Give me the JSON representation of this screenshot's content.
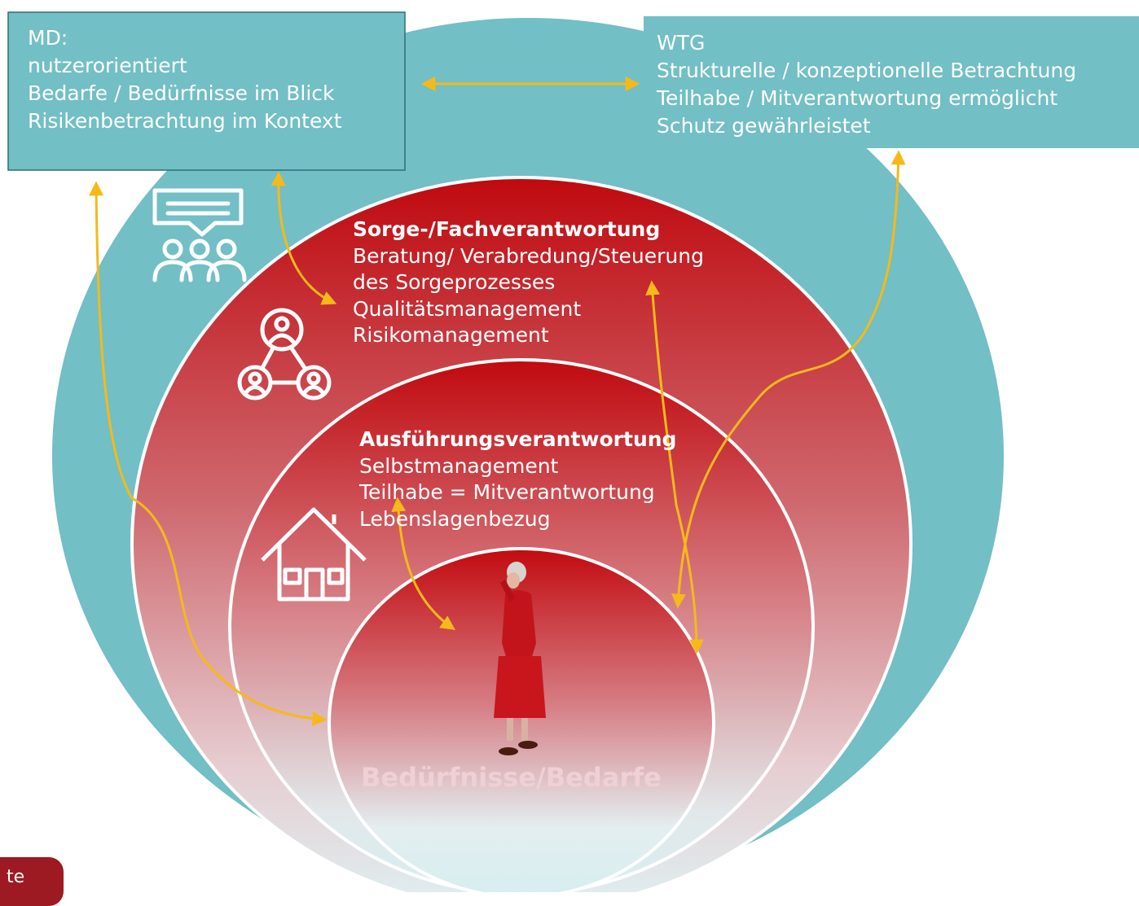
{
  "md_box": {
    "lines": [
      "MD:",
      "nutzerorientiert",
      "Bedarfe / Bedürfnisse im Blick",
      "Risikenbetrachtung im Kontext"
    ]
  },
  "wtg_box": {
    "lines": [
      "WTG",
      "Strukturelle / konzeptionelle Betrachtung",
      "Teilhabe / Mitverantwortung ermöglicht",
      "Schutz gewährleistet"
    ]
  },
  "sorge": {
    "heading": "Sorge-/Fachverantwortung",
    "lines": [
      "Beratung/ Verabredung/Steuerung",
      "des Sorgeprozesses",
      "Qualitätsmanagement",
      "Risikomanagement"
    ]
  },
  "ausfuehrung": {
    "heading": "Ausführungsverantwortung",
    "lines": [
      "Selbstmanagement",
      "Teilhabe =  Mitverantwortung",
      "Lebenslagenbezug"
    ]
  },
  "center": {
    "label": "Bedürfnisse/Bedarfe"
  },
  "tab_fragment": {
    "label": "te"
  },
  "icons": [
    "meeting-group-icon",
    "network-people-icon",
    "house-icon",
    "person-figure"
  ],
  "colors": {
    "teal": "#72bfc5",
    "red": "#c00d10",
    "arrow": "#f6b91a",
    "white": "#ffffff"
  }
}
